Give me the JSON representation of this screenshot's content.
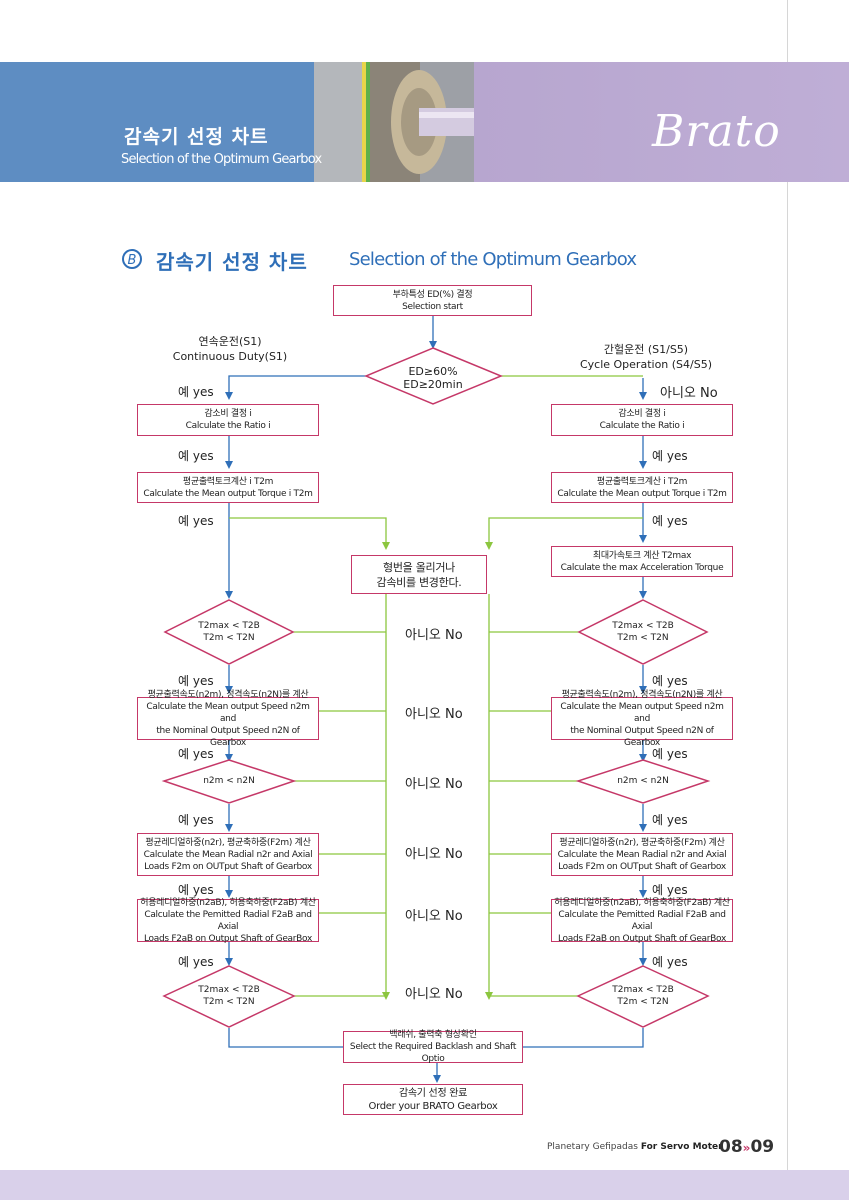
{
  "header": {
    "title_ko": "감속기 선정 차트",
    "title_en": "Selection of the Optimum Gearbox",
    "brand": "Brato"
  },
  "section": {
    "marker": "B",
    "title_ko": "감속기 선정 차트",
    "title_en": "Selection of the Optimum Gearbox"
  },
  "flow": {
    "start": [
      "부하특성 ED(%) 결정",
      "Selection start"
    ],
    "decision_ed": [
      "ED≥60%",
      "ED≥20min"
    ],
    "branch_left": [
      "연속운전(S1)",
      "Continuous Duty(S1)"
    ],
    "branch_right": [
      "간헐운전 (S1/S5)",
      "Cycle Operation (S4/S5)"
    ],
    "yes": "예 yes",
    "no": "아니오 No",
    "ratio": [
      "감소비 결정 i",
      "Calculate the Ratio i"
    ],
    "torque_left": [
      "평균출력토크계산 i T2m",
      "Calculate the Mean output Torque i T2m"
    ],
    "torque_right": [
      "평균출력토크계산 i T2m",
      "Calculate the Mean output Torque i T2m"
    ],
    "accel": [
      "최대가속토크 계산 T2max",
      "Calculate the max Acceleration Torque"
    ],
    "change": [
      "형번을 올리거나",
      "감속비를 변경한다."
    ],
    "dec_torque": [
      "T2max < T2B",
      "T2m < T2N"
    ],
    "speed": [
      "평균출력속도(n2m), 정격속도(n2N)를 계산",
      "Calculate the Mean output Speed n2m and",
      "the Nominal Output Speed n2N of Gearbox"
    ],
    "dec_speed": "n2m < n2N",
    "load_mean": [
      "평균레디얼하중(n2r), 평균축하중(F2m) 계산",
      "Calculate the Mean Radial n2r and Axial",
      "Loads F2m on OUTput Shaft of Gearbox"
    ],
    "load_allow": [
      "허용레디얼하중(n2aB), 허용축하중(F2aB) 계산",
      "Calculate the Pemitted Radial F2aB and Axial",
      "Loads F2aB on Output Shaft of GearBox"
    ],
    "dec_final": [
      "T2max < T2B",
      "T2m < T2N"
    ],
    "backlash": [
      "백래쉬, 출력축 형상확인",
      "Select the Required Backlash and Shaft Optio"
    ],
    "finish": [
      "감속기 선정 완료",
      "Order your BRATO Gearbox"
    ]
  },
  "footer": {
    "text_prefix": "Planetary Gefipadas",
    "text_bold": "For Servo Moter",
    "page_left": "08",
    "page_sep": "»",
    "page_right": "09"
  },
  "colors": {
    "banner_blue": "#5e8dc2",
    "banner_purple": "#bfaed6",
    "box_border": "#c53868",
    "arrow_blue": "#2f6fb8",
    "arrow_green": "#8cc63f",
    "title_blue": "#2f6fb8"
  }
}
